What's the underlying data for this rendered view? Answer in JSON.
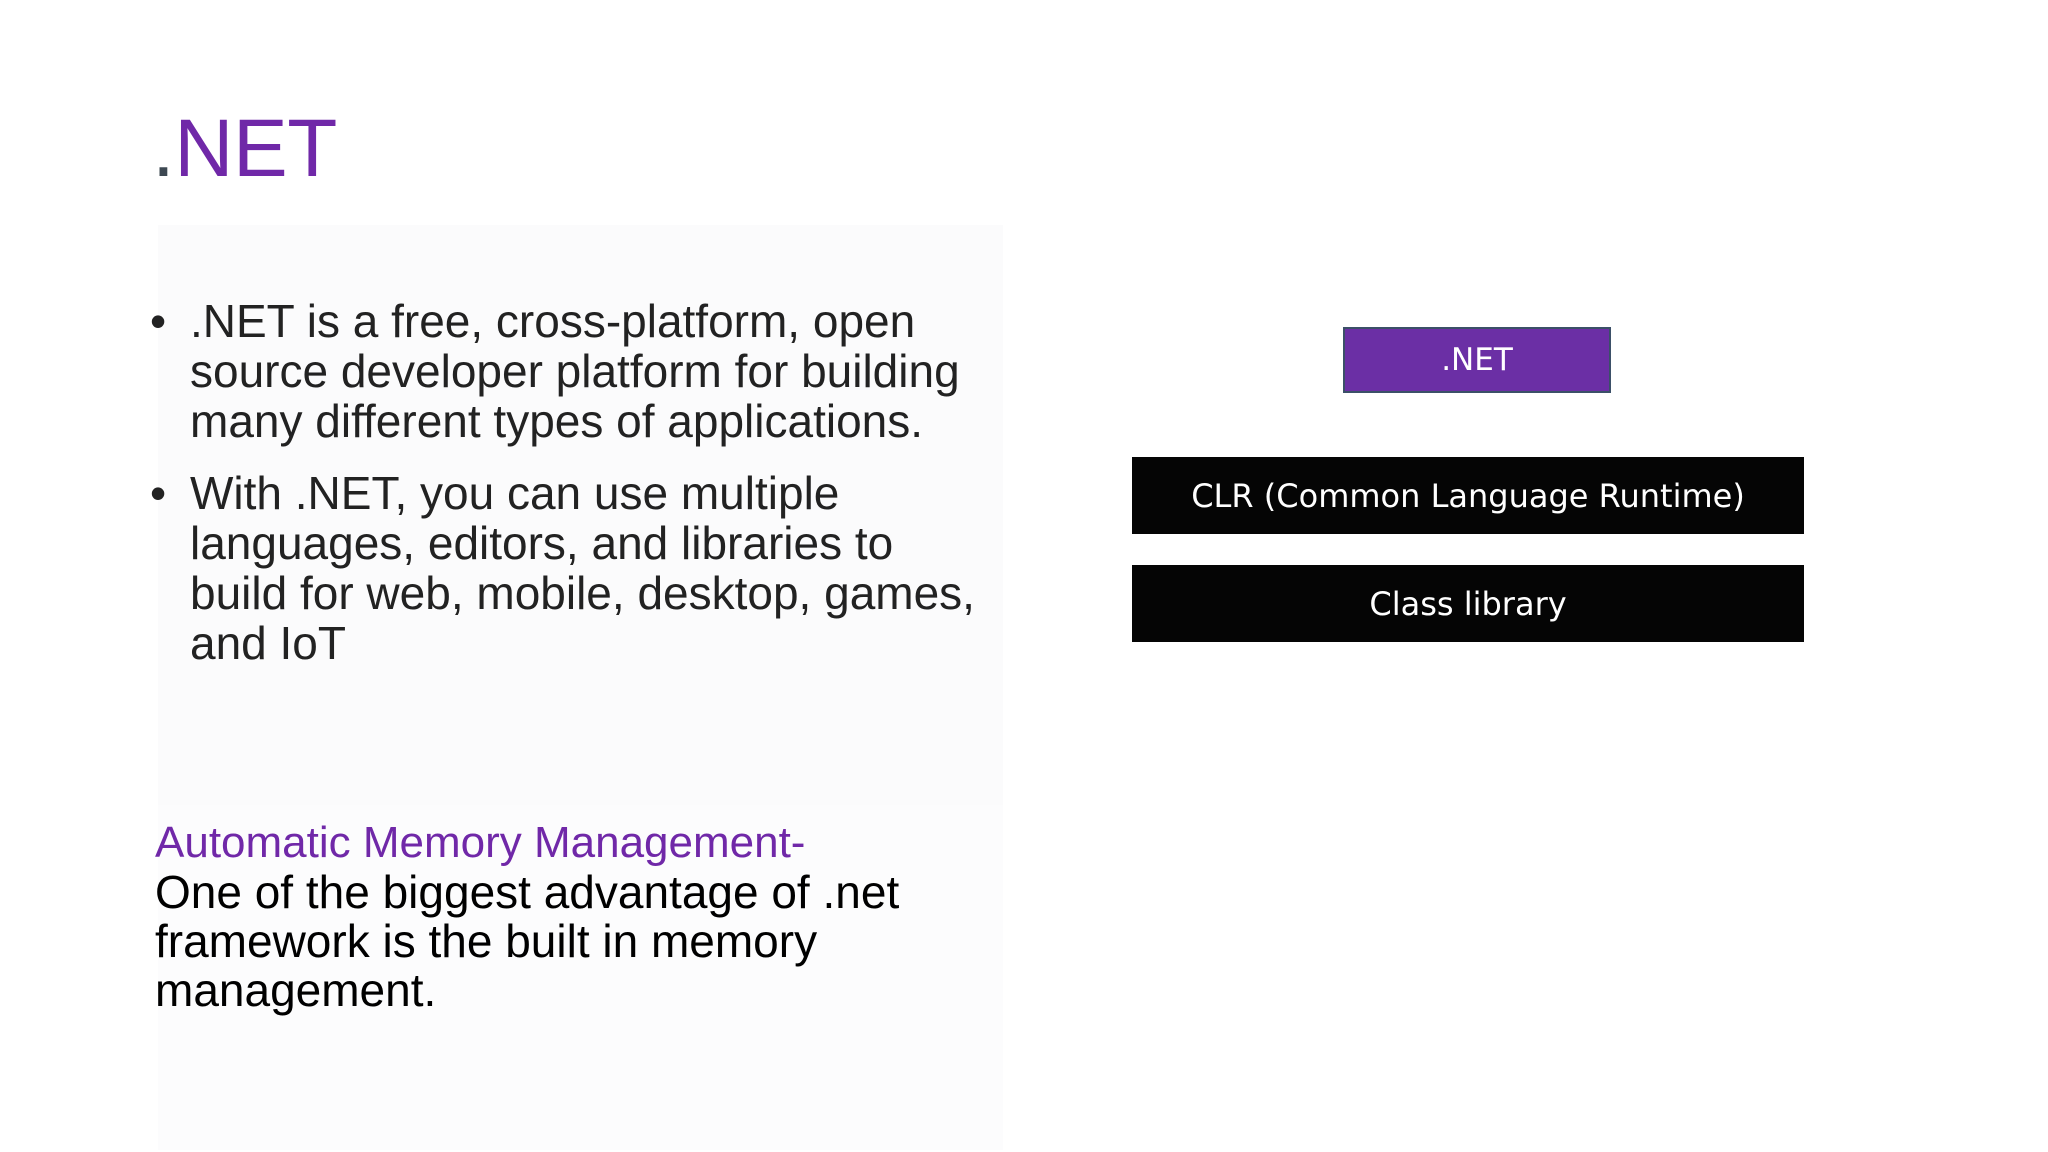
{
  "slide": {
    "title_prefix": ".",
    "title_word": "NET",
    "accent_color": "#7028a8",
    "body_color": "#222222"
  },
  "bullets": {
    "marker": "•",
    "items": [
      ".NET is a free, cross-platform, open source developer platform for building many different types of applications.",
      "With .NET, you can use multiple languages, editors, and libraries to build for web, mobile, desktop, games, and IoT"
    ]
  },
  "memory": {
    "heading": "Automatic Memory Management-",
    "body": "One of the biggest advantage of .net framework is the built in memory management."
  },
  "diagram": {
    "boxes": [
      {
        "label": ".NET",
        "fill": "#6b2fa5",
        "border": "#3b5068",
        "text_color": "#ffffff"
      },
      {
        "label": "CLR (Common Language Runtime)",
        "fill": "#050505",
        "border": "#050505",
        "text_color": "#ffffff"
      },
      {
        "label": "Class library",
        "fill": "#050505",
        "border": "#050505",
        "text_color": "#ffffff"
      }
    ]
  }
}
